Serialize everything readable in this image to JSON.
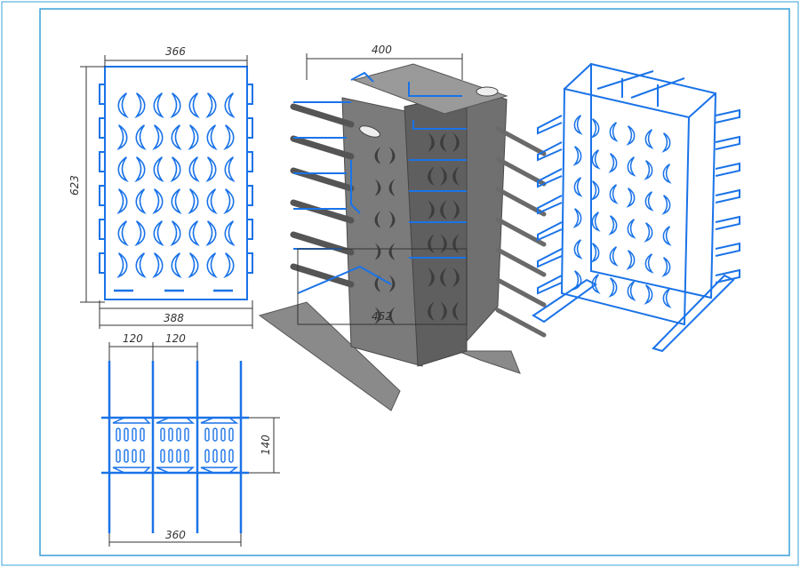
{
  "colors": {
    "line": "#1a73e8",
    "dim": "#333333",
    "metal": "#808080",
    "metal_dark": "#5a5a5a",
    "frame": "#3aa0d8",
    "bg": "#ffffff"
  },
  "dimensions": {
    "front_width_top": "366",
    "front_height": "623",
    "front_width_bottom": "388",
    "top_seg_1": "120",
    "top_seg_2": "120",
    "top_depth": "140",
    "top_width": "360",
    "iso_top": "400",
    "iso_base": "452"
  }
}
